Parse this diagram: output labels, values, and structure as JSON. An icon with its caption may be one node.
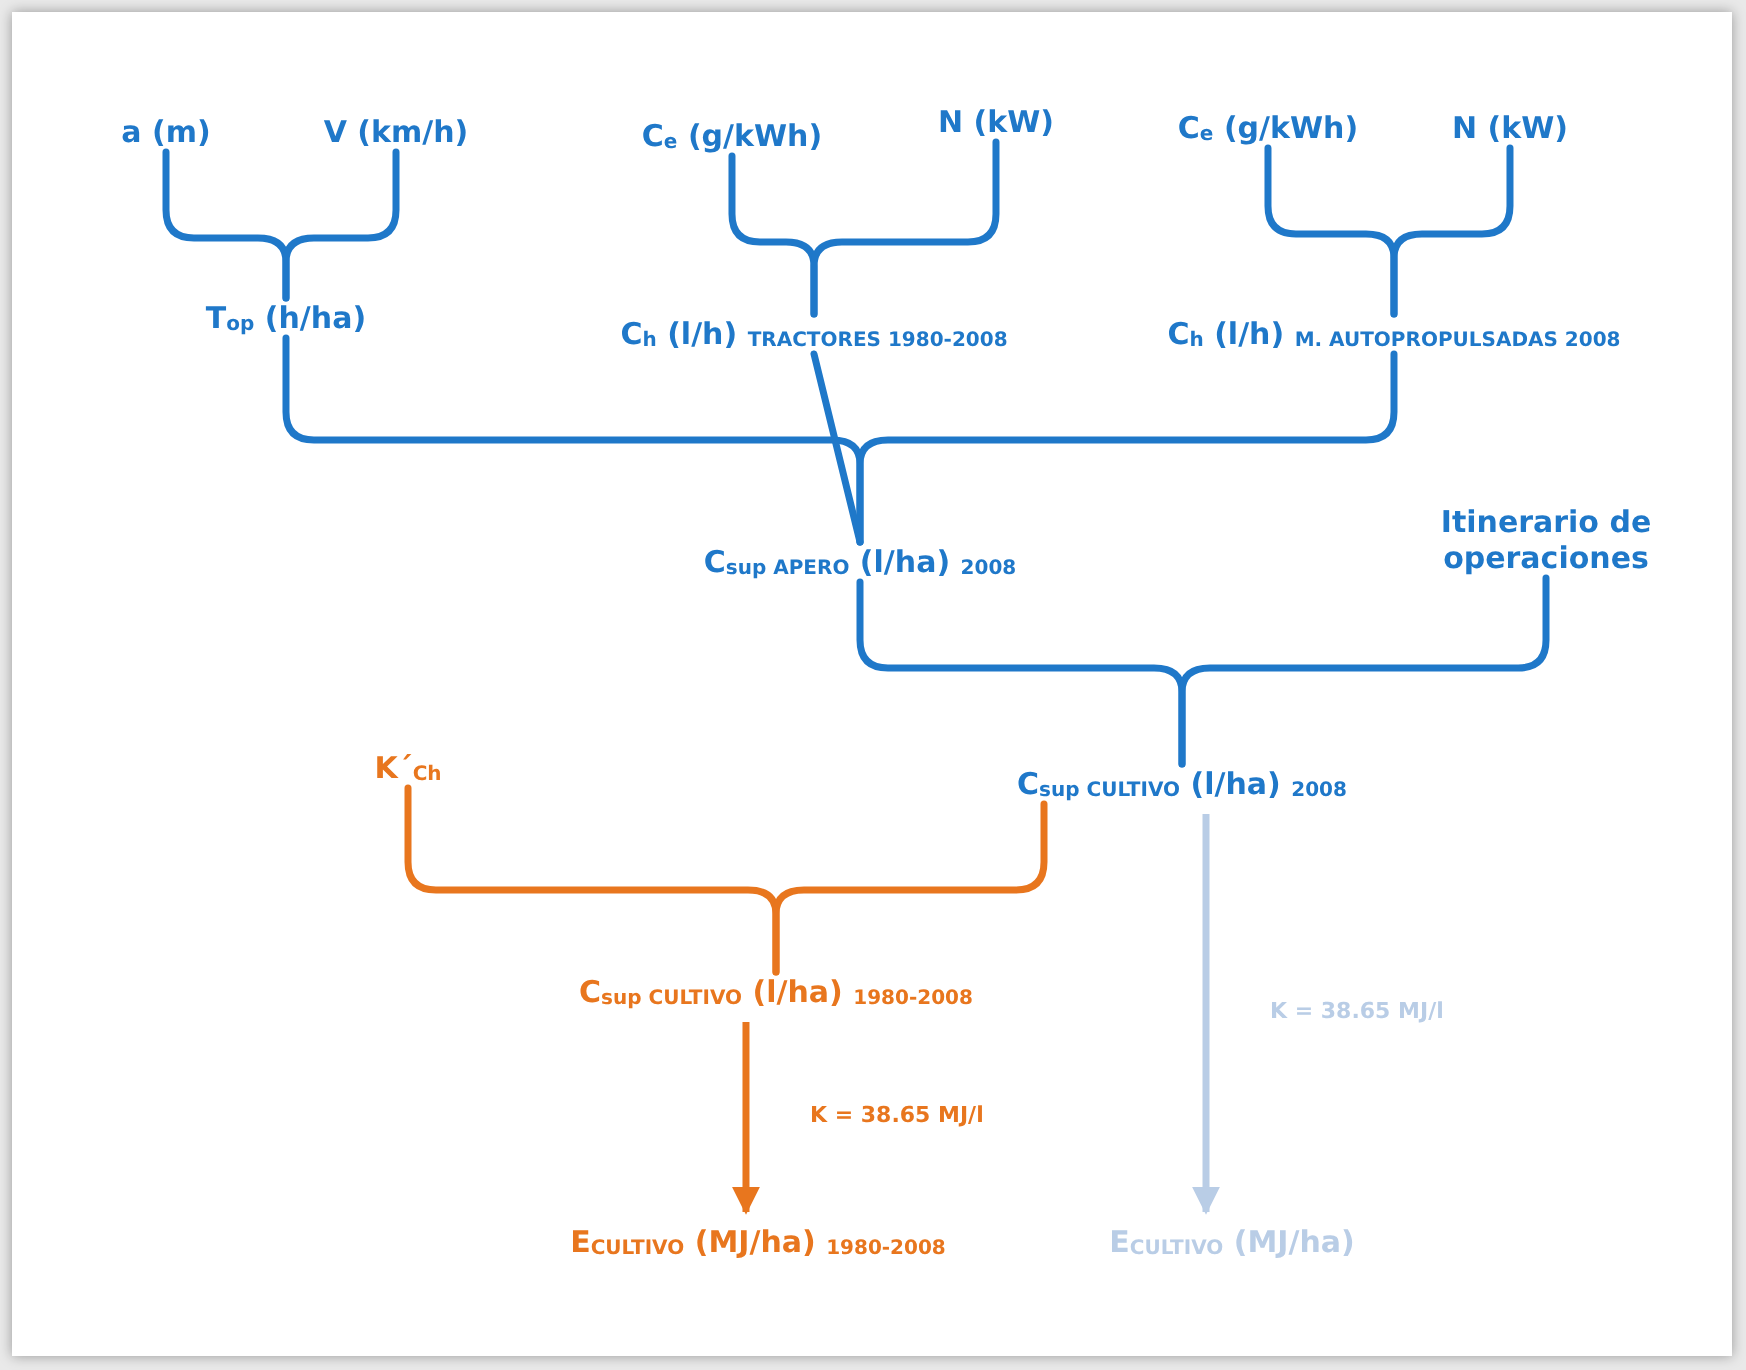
{
  "diagram": {
    "nodes": [
      {
        "text": [
          "a (m)"
        ]
      },
      {
        "text": [
          "V (km/h)"
        ]
      },
      {
        "text": [
          "C$_{e}$ (g/kWh)"
        ]
      },
      {
        "text": [
          "N (kW)"
        ]
      },
      {
        "text": [
          "C$_{e}$ (g/kWh)"
        ]
      },
      {
        "text": [
          "N (kW)"
        ]
      },
      {
        "text": [
          "T$_{op}$ (h/ha)"
        ]
      },
      {
        "text": [
          "C$_{h}$ (l/h) $_{TRACTORES 1980-2008}$"
        ]
      },
      {
        "text": [
          "C$_{h}$ (l/h) $_{M. AUTOPROPULSADAS 2008}$"
        ]
      },
      {
        "text": [
          "C$_{sup APERO}$ (l/ha) $_{2008}$"
        ]
      },
      {
        "text": [
          "Itinerario de operaciones"
        ]
      },
      {
        "text": [
          "K´$_{Ch}$"
        ]
      },
      {
        "text": [
          "C$_{sup CULTIVO}$ (l/ha) $_{2008}$"
        ]
      },
      {
        "text": [
          "C$_{sup CULTIVO}$ (l/ha) $_{1980-2008}$"
        ]
      },
      {
        "text": [
          "E$_{CULTIVO}$ (MJ/ha) $_{1980-2008}$"
        ]
      },
      {
        "text": [
          "E$_{CULTIVO}$ (MJ/ha)"
        ]
      }
    ],
    "edges": [
      {
        "from": 0,
        "to": 6,
        "arrow": "none"
      },
      {
        "from": 1,
        "to": 6,
        "arrow": "none"
      },
      {
        "from": 2,
        "to": 7,
        "arrow": "none"
      },
      {
        "from": 3,
        "to": 7,
        "arrow": "none"
      },
      {
        "from": 4,
        "to": 8,
        "arrow": "none"
      },
      {
        "from": 5,
        "to": 8,
        "arrow": "none"
      },
      {
        "from": 6,
        "to": 9,
        "arrow": "none"
      },
      {
        "from": 7,
        "to": 9,
        "arrow": "none"
      },
      {
        "from": 8,
        "to": 9,
        "arrow": "none"
      },
      {
        "from": 9,
        "to": 12,
        "arrow": "none"
      },
      {
        "from": 10,
        "to": 12,
        "arrow": "none"
      },
      {
        "from": 11,
        "to": 13,
        "arrow": "none",
        "color": "#e8761e"
      },
      {
        "from": 12,
        "to": 13,
        "arrow": "none",
        "color": "#e8761e"
      },
      {
        "from": 13,
        "to": 14,
        "arrow": "to",
        "label": "K = 38.65 MJ/l",
        "color": "#e8761e"
      },
      {
        "from": 12,
        "to": 15,
        "arrow": "to",
        "label": "K = 38.65 MJ/l",
        "color": "#b9cde6"
      }
    ]
  }
}
